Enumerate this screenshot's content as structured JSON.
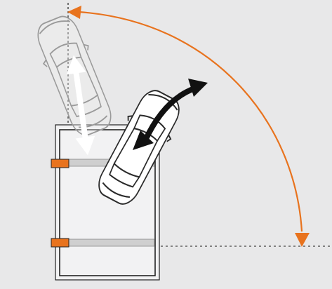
{
  "colors": {
    "background": "#e8e8e9",
    "arc_arrow": "#e8731e",
    "sensor_mount": "#e8731e",
    "rotation_arrow": "#111111",
    "move_arrow": "#ffffff",
    "platform_fill": "#f2f2f3",
    "platform_stroke": "#222222",
    "ghost_car": "#9a9a9a",
    "car_outline": "#2a2a2a",
    "guide_line": "#555555",
    "beam": "#cfcfcf"
  },
  "icons": {
    "ghost_car": "car-top-view-outline",
    "active_car": "car-top-view",
    "arc_arrow": "curved-arrow-90-degrees",
    "rotation_arrow": "double-headed-curved-arrow",
    "move_arrow": "double-headed-straight-arrow"
  }
}
